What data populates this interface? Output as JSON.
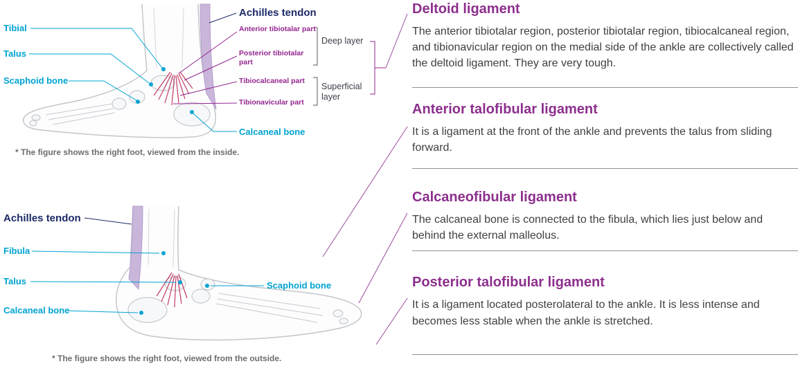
{
  "figure_top": {
    "caption": "* The figure shows the right foot, viewed from the inside.",
    "labels": {
      "tibial": "Tibial",
      "talus": "Talus",
      "scaphoid_bone": "Scaphoid bone",
      "achilles_tendon": "Achilles tendon",
      "anterior_tibiotalar_part": "Anterior tibiotalar part",
      "posterior_tibiotalar_part": "Posterior tibiotalar part",
      "tibiocalcaneal_part": "Tibiocalcaneal part",
      "tibionavicular_part": "Tibionavicular part",
      "deep_layer": "Deep layer",
      "superficial_layer": "Superficial layer",
      "calcaneal_bone": "Calcaneal bone"
    }
  },
  "figure_bottom": {
    "caption": "* The figure shows the right foot, viewed from the outside.",
    "labels": {
      "achilles_tendon": "Achilles tendon",
      "fibula": "Fibula",
      "talus": "Talus",
      "calcaneal_bone": "Calcaneal bone",
      "scaphoid_bone": "Scaphoid bone"
    }
  },
  "sections": [
    {
      "title": "Deltoid ligament",
      "body": "The anterior tibiotalar region, posterior tibiotalar region, tibiocalcaneal region, and tibionavicular region on the medial side of the ankle are collectively called the deltoid ligament. They are very tough."
    },
    {
      "title": "Anterior talofibular ligament",
      "body": "It is a ligament at the front of the ankle and prevents the talus from sliding forward."
    },
    {
      "title": "Calcaneofibular ligament",
      "body": "The calcaneal bone is connected to the fibula, which lies just below and behind the external malleolus."
    },
    {
      "title": "Posterior talofibular ligament",
      "body": "It is a ligament located posterolateral to the ankle. It is less intense and becomes less stable when the ankle is stretched."
    }
  ],
  "colors": {
    "heading": "#8c2f8c",
    "bone_label": "#00a3d1",
    "tendon_label": "#1c2a66",
    "ligament_label": "#93268f",
    "body_text": "#3f3f3f",
    "divider": "#909090",
    "ligament_lines": "#c23b62",
    "tendon_fill": "#c9b6da",
    "bone_stroke": "#c5c9ce",
    "connector": "#9c4b9e"
  }
}
